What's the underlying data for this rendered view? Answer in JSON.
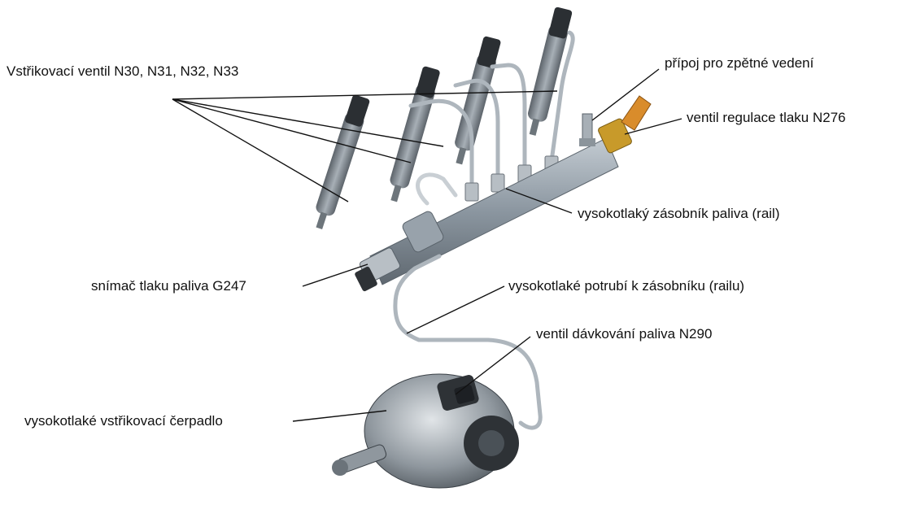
{
  "labels": {
    "injectors": "Vstřikovací ventil N30, N31, N32, N33",
    "return_connection": "přípoj pro zpětné vedení",
    "pressure_valve": "ventil regulace tlaku N276",
    "rail": "vysokotlaký zásobník paliva  (rail)",
    "pressure_sensor": "snímač tlaku paliva G247",
    "hp_line": "vysokotlaké potrubí k zásobníku (railu)",
    "metering_valve": "ventil dávkování paliva N290",
    "hp_pump": "vysokotlaké vstřikovací čerpadlo"
  },
  "colors": {
    "steel": "#9aa4ad",
    "rail_body": "#8b96a0",
    "injector_body": "#7a8288",
    "injector_cap": "#2b2f33",
    "brass": "#c89a2a",
    "connector_orange": "#d98c2b",
    "pump_dark": "#2e3236",
    "leader_line": "#111111"
  }
}
